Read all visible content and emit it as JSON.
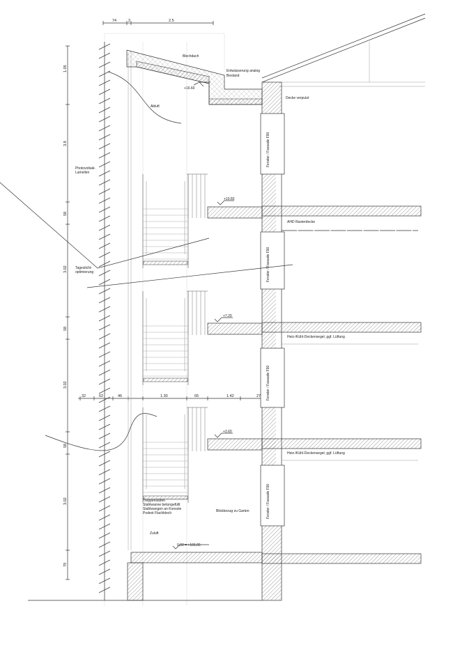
{
  "top_dimensions": [
    "74",
    "2",
    "2.5"
  ],
  "left_dimensions": [
    "1.05",
    "3.8",
    "58",
    "3.02",
    "58",
    "3.02",
    "58",
    "3.02",
    "79"
  ],
  "middle_dimensions": [
    "32",
    "62",
    "46",
    "1.30",
    "65",
    "1.42",
    "27"
  ],
  "roof": {
    "material": "Blechdach",
    "drainage_1": "Entwässerung analog",
    "drainage_2": "Bestand",
    "level": "+16.60"
  },
  "labels": {
    "exhaust": "Abluft",
    "pv_1": "Photovoltaik-",
    "pv_2": "Lamellen",
    "daylight_1": "Tageslicht-",
    "daylight_2": "optimierung",
    "ceiling_top": "Decke verputzt",
    "ahd": "AHD Rasterdecke",
    "heating_1": "Heiz-/Kühl-Deckensegel, ggf. Lüftung",
    "heating_2": "Heiz-/Kühl-Deckensegel, ggf. Lüftung",
    "window": "Fenster / Fassade F90",
    "stairs_1": "Treppenstufen",
    "stairs_2": "Stahlwanne betongefüllt",
    "stairs_3": "Stahlwangen an Konsole",
    "stairs_4": "Podest Flachblech",
    "view": "Blickbezug zu Garten",
    "supply": "Zuluft",
    "ground_level": "0,00 = +166,05"
  },
  "levels": [
    "+10.60",
    "+7.20",
    "+3.60"
  ]
}
